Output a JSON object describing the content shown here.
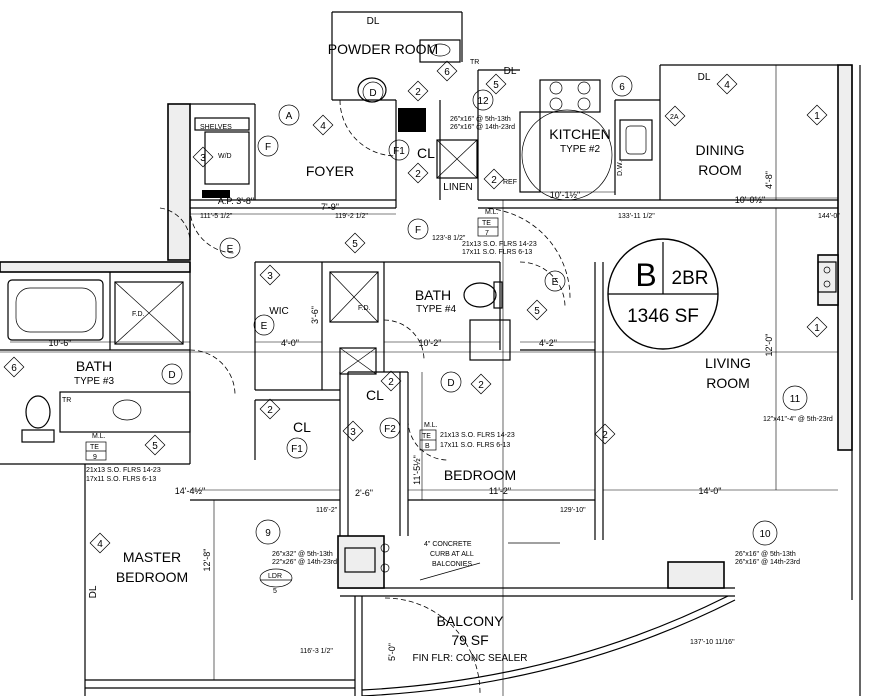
{
  "rooms": {
    "powder": "POWDER ROOM",
    "foyer": "FOYER",
    "kitchen": [
      "KITCHEN",
      "TYPE #2"
    ],
    "dining": [
      "DINING",
      "ROOM"
    ],
    "living": [
      "LIVING",
      "ROOM"
    ],
    "bath4": [
      "BATH",
      "TYPE #4"
    ],
    "bath3": [
      "BATH",
      "TYPE #3"
    ],
    "bedroom": "BEDROOM",
    "master": [
      "MASTER",
      "BEDROOM"
    ],
    "balcony": [
      "BALCONY",
      "79 SF",
      "FIN FLR: CONC SEALER"
    ],
    "wic": "WIC",
    "cl": "CL",
    "linen": "LINEN",
    "shelves": "SHELVES",
    "wd": "W/D",
    "dw": "D.W.",
    "ref": "REF",
    "fd": "F.D."
  },
  "unit": {
    "letter": "B",
    "type": "2BR",
    "area": "1346 SF"
  },
  "dimensions": {
    "foyer_w": "7'-9\"",
    "dining_w": "10'-0½\"",
    "kitchen_w": "10'-1½\"",
    "bath3_w": "10'-6\"",
    "wic_w": "4'-0\"",
    "bath4_w": "10'-2\"",
    "hall_w": "4'-2\"",
    "master_w": "14'-4½\"",
    "bedroom_w": "11'-2\"",
    "living_w": "14'-0\"",
    "bedroom_h": "11'-5½\"",
    "master_h": "12'-8\"",
    "living_h": "12'-0\"",
    "dining_h": "4'-8\"",
    "ap": "A.P. 3'-8\"",
    "cl_w": "2'-6\"",
    "wic_h": "3'-6\"",
    "balc_h": "5'-0\"",
    "e111": "111'-5 1/2\"",
    "e119": "119'-2 1/2\"",
    "e123": "123'-8 1/2\"",
    "e133": "133'-11 1/2\"",
    "e144": "144'-0\"",
    "e116": "116'-2\"",
    "e129": "129'-10\"",
    "e137": "137'-10 11/16\"",
    "e1163": "116'-3 1/2\""
  },
  "notes": {
    "curb": [
      "4\" CONCRETE",
      "CURB AT ALL",
      "BALCONIES"
    ],
    "te7": [
      "M.L.",
      "TE",
      "7"
    ],
    "te9": [
      "M.L.",
      "TE",
      "9"
    ],
    "teB": [
      "M.L.",
      "TE",
      "B"
    ],
    "so_bath4": [
      "21x13 S.O. FLRS 14-23",
      "17x11 S.O. FLRS 6-13"
    ],
    "so_bath3": [
      "21x13 S.O. FLRS 14-23",
      "17x11 S.O. FLRS 6-13"
    ],
    "so_bed": [
      "21x13 S.O. FLRS 14-23",
      "17x11 S.O. FLRS 6-13"
    ],
    "kitchen_win": [
      "26\"x16\" @ 5th-13th",
      "26\"x16\" @ 14th-23rd"
    ],
    "master_win": [
      "26\"x32\" @ 5th-13th",
      "22\"x26\" @ 14th-23rd"
    ],
    "bed_win": [
      "26\"x16\" @ 5th-13th",
      "26\"x16\" @ 14th-23rd"
    ],
    "living_win": "12\"x41\"-4\" @ 5th-23rd",
    "ldr": [
      "LDR",
      "5"
    ]
  },
  "tags": {
    "t1": "1",
    "t2": "2",
    "t3": "3",
    "t4": "4",
    "t5": "5",
    "t6": "6",
    "t9": "9",
    "t10": "10",
    "t11": "11",
    "t12": "12",
    "tA": "A",
    "tD": "D",
    "tE": "E",
    "tF": "F",
    "tF1": "F1",
    "tF2": "F2",
    "t2A": "2A",
    "tDL": "DL",
    "tTR": "TR"
  }
}
